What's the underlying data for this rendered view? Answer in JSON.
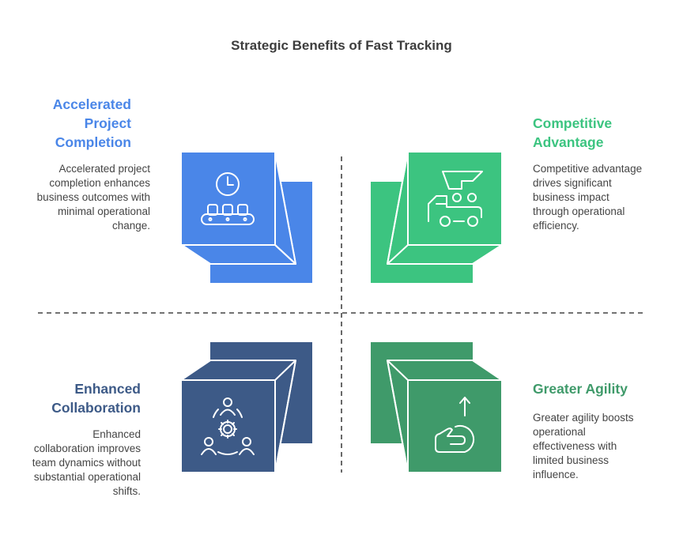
{
  "title": "Strategic Benefits of Fast Tracking",
  "quadrants": [
    {
      "title": "Accelerated Project Completion",
      "description": "Accelerated project completion enhances business outcomes with minimal operational change.",
      "icon": "clock-conveyor-icon",
      "color": "#4a86e8"
    },
    {
      "title": "Competitive Advantage",
      "description": "Competitive advantage drives significant business impact through operational efficiency.",
      "icon": "delivery-truck-icon",
      "color": "#3cc480"
    },
    {
      "title": "Enhanced Collaboration",
      "description": "Enhanced collaboration improves team dynamics without substantial operational shifts.",
      "icon": "team-gear-icon",
      "color": "#3d5a87"
    },
    {
      "title": "Greater Agility",
      "description": "Greater agility boosts operational effectiveness with limited business influence.",
      "icon": "hand-arrow-icon",
      "color": "#3f9a6a"
    }
  ]
}
